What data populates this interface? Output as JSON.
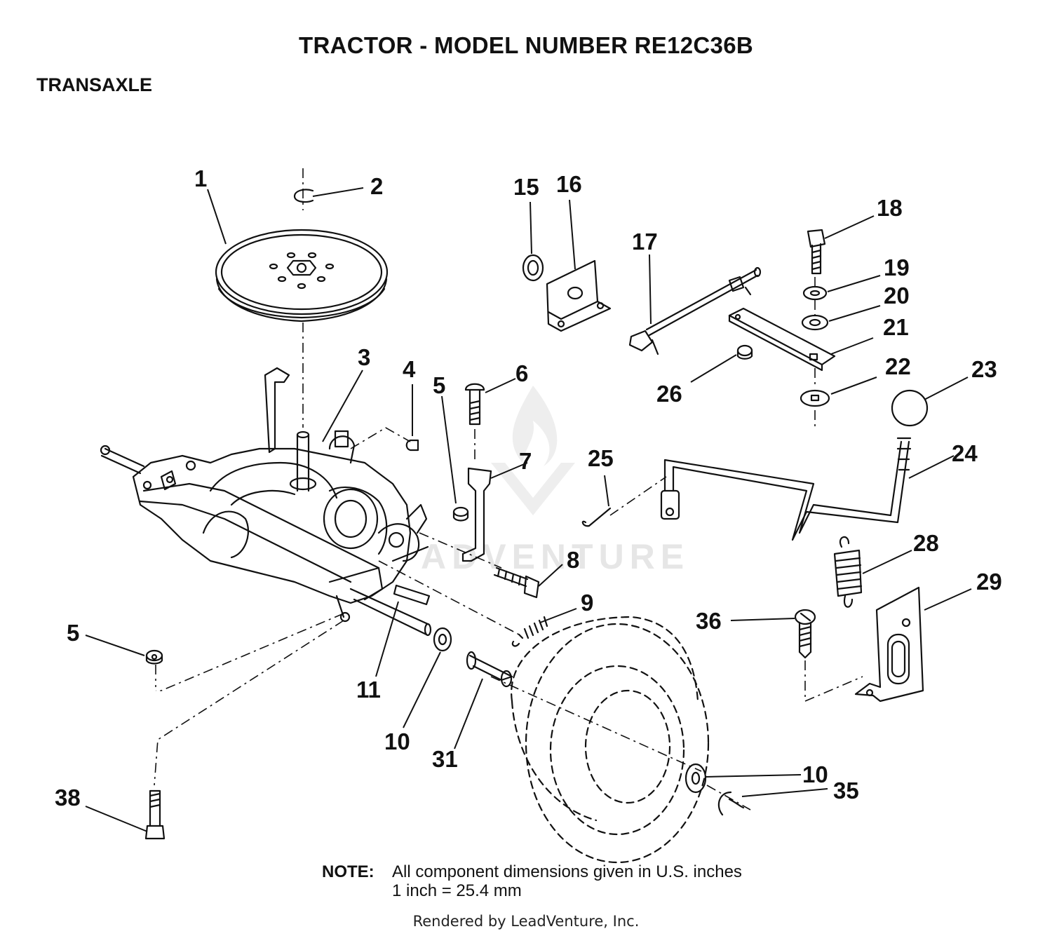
{
  "title": "TRACTOR  - MODEL NUMBER RE12C36B",
  "section": "TRANSAXLE",
  "watermark": "ADVENTURE",
  "callouts": [
    "1",
    "2",
    "3",
    "4",
    "5",
    "5",
    "6",
    "7",
    "8",
    "9",
    "10",
    "10",
    "11",
    "15",
    "16",
    "17",
    "18",
    "19",
    "20",
    "21",
    "22",
    "23",
    "24",
    "25",
    "26",
    "28",
    "29",
    "31",
    "35",
    "36",
    "38"
  ],
  "note": {
    "label": "NOTE:",
    "line1": "All component dimensions given in U.S. inches",
    "line2": "1 inch = 25.4 mm"
  },
  "footer": "Rendered by LeadVenture, Inc."
}
